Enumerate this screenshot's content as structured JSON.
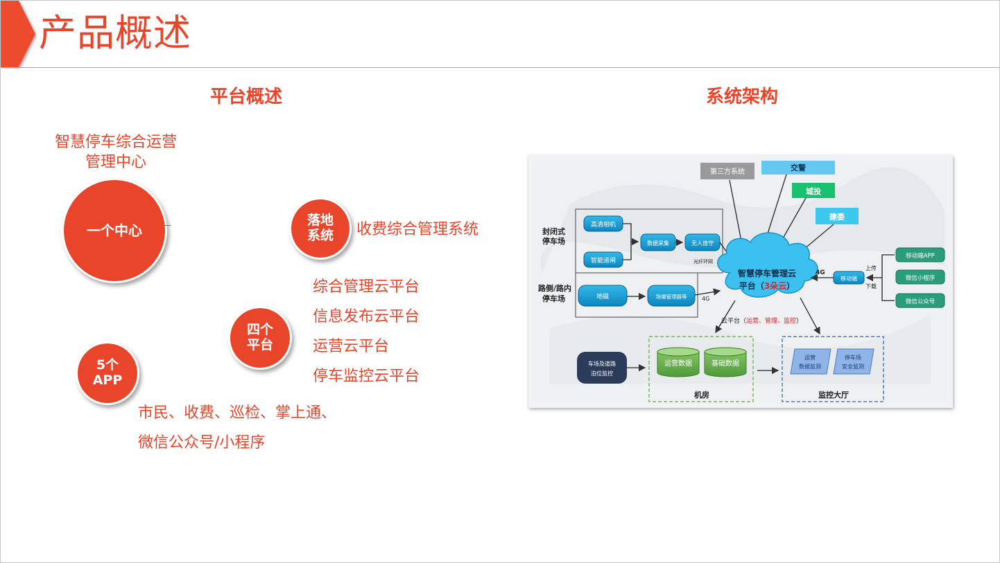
{
  "page": {
    "title": "产品概述"
  },
  "left": {
    "heading": "平台概述",
    "center_label": "智慧停车综合运营\n管理中心",
    "center_label_line1": "智慧停车综合运营",
    "center_label_line2": "管理中心",
    "circle_center": "一个中心",
    "circle_landing_1": "落地",
    "circle_landing_2": "系统",
    "landing_text": "收费综合管理系统",
    "circle_platform_1": "四个",
    "circle_platform_2": "平台",
    "platforms": [
      "综合管理云平台",
      "信息发布云平台",
      "运营云平台",
      "停车监控云平台"
    ],
    "circle_app_1": "5个",
    "circle_app_2": "APP",
    "apps_line1": "市民、收费、巡检、掌上通、",
    "apps_line2": "微信公众号/小程序"
  },
  "right": {
    "heading": "系统架构",
    "diagram": {
      "third_party": "第三方系统",
      "traffic_police": "交警",
      "urban_mgmt": "城投",
      "construction": "建委",
      "enclosed_lot": "封闭式\n停车场",
      "enclosed_lot_1": "封闭式",
      "enclosed_lot_2": "停车场",
      "hd_camera": "高清相机",
      "smart_gate": "智能道闸",
      "data_collect": "数据采集",
      "unattended": "无人值守",
      "fiber_ring": "光纤环网",
      "roadside_1": "路侧/路内",
      "roadside_2": "停车场",
      "geomagnetic": "地磁",
      "site_manager": "场端管理器等",
      "g4_a": "4G",
      "cloud_1": "智慧停车管理云",
      "cloud_2": "平台（",
      "cloud_3": "3朵云",
      "cloud_4": "）",
      "g4_b": "4G",
      "mobile_hub": "移动端",
      "upload": "上传",
      "download": "下载",
      "mobile_app": "移动端APP",
      "wechat_mini": "微信小程序",
      "wechat_pub": "微信公众号",
      "cloud_platform_label": "云平台（",
      "cloud_platform_items": "运营、管理、监控",
      "cloud_platform_close": "）",
      "plate_monitor_1": "车场及道路",
      "plate_monitor_2": "泊位监控",
      "ops_data": "运营数据",
      "base_data": "基础数据",
      "server_room": "机房",
      "ops_monitor_1": "运营",
      "ops_monitor_2": "数据监测",
      "lot_safety_1": "停车场",
      "lot_safety_2": "安全监测",
      "monitor_hall": "监控大厅"
    }
  },
  "colors": {
    "accent": "#e8452a",
    "node_blue": "#1a9bd0",
    "green": "#5aa845",
    "navy": "#2b3c5a"
  }
}
